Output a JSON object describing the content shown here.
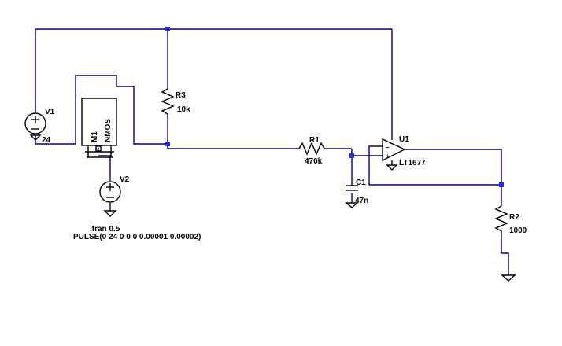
{
  "components": {
    "v1": {
      "ref": "V1",
      "value": "24"
    },
    "v2": {
      "ref": "V2"
    },
    "m1": {
      "ref": "M1",
      "model": "NMOS"
    },
    "r1": {
      "ref": "R1",
      "value": "470k"
    },
    "r2": {
      "ref": "R2",
      "value": "1000"
    },
    "r3": {
      "ref": "R3",
      "value": "10k"
    },
    "c1": {
      "ref": "C1",
      "value": "47n"
    },
    "u1": {
      "ref": "U1",
      "model": "LT1677"
    }
  },
  "directives": {
    "tran": ".tran 0.5",
    "pulse": "PULSE(0 24 0 0 0 0.00001 0.00002)"
  },
  "colors": {
    "wire": "#000080",
    "component": "#000000",
    "junction": "#1d2fe0",
    "background": "#ffffff"
  }
}
